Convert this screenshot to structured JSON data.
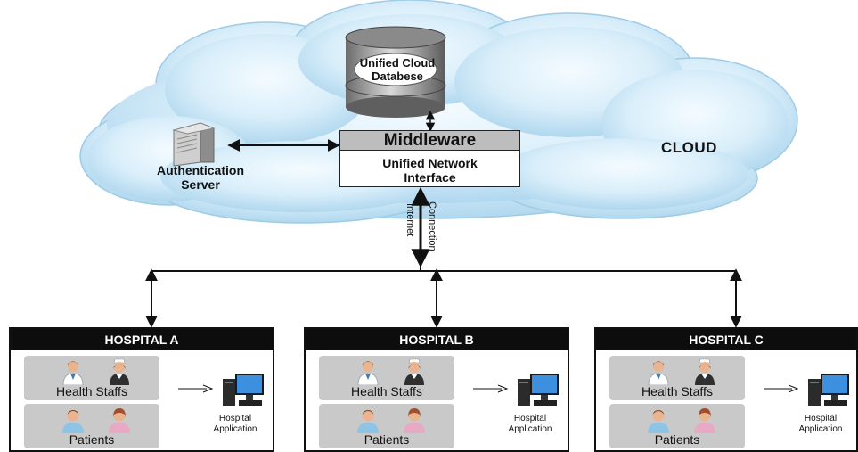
{
  "database": {
    "line1": "Unified Cloud",
    "line2": "Databese"
  },
  "middleware": {
    "title": "Middleware",
    "sub_line1": "Unified Network",
    "sub_line2": "Interface"
  },
  "auth": {
    "line1": "Authentication",
    "line2": "Server"
  },
  "cloud": {
    "label": "CLOUD"
  },
  "connection": {
    "word1": "Internet",
    "word2": "Connection"
  },
  "hospitals": [
    {
      "title": "HOSPITAL A",
      "staff_label": "Health Staffs",
      "patients_label": "Patients",
      "app_line1": "Hospital",
      "app_line2": "Application"
    },
    {
      "title": "HOSPITAL B",
      "staff_label": "Health Staffs",
      "patients_label": "Patients",
      "app_line1": "Hospital",
      "app_line2": "Application"
    },
    {
      "title": "HOSPITAL C",
      "staff_label": "Health Staffs",
      "patients_label": "Patients",
      "app_line1": "Hospital",
      "app_line2": "Application"
    }
  ],
  "colors": {
    "cloud": "#d6ecf8",
    "cloud_edge": "#9fcbe6",
    "hospital_header": "#0d0d0d",
    "group_bg": "#c9c9c9",
    "middleware_header": "#bdbdbd"
  }
}
